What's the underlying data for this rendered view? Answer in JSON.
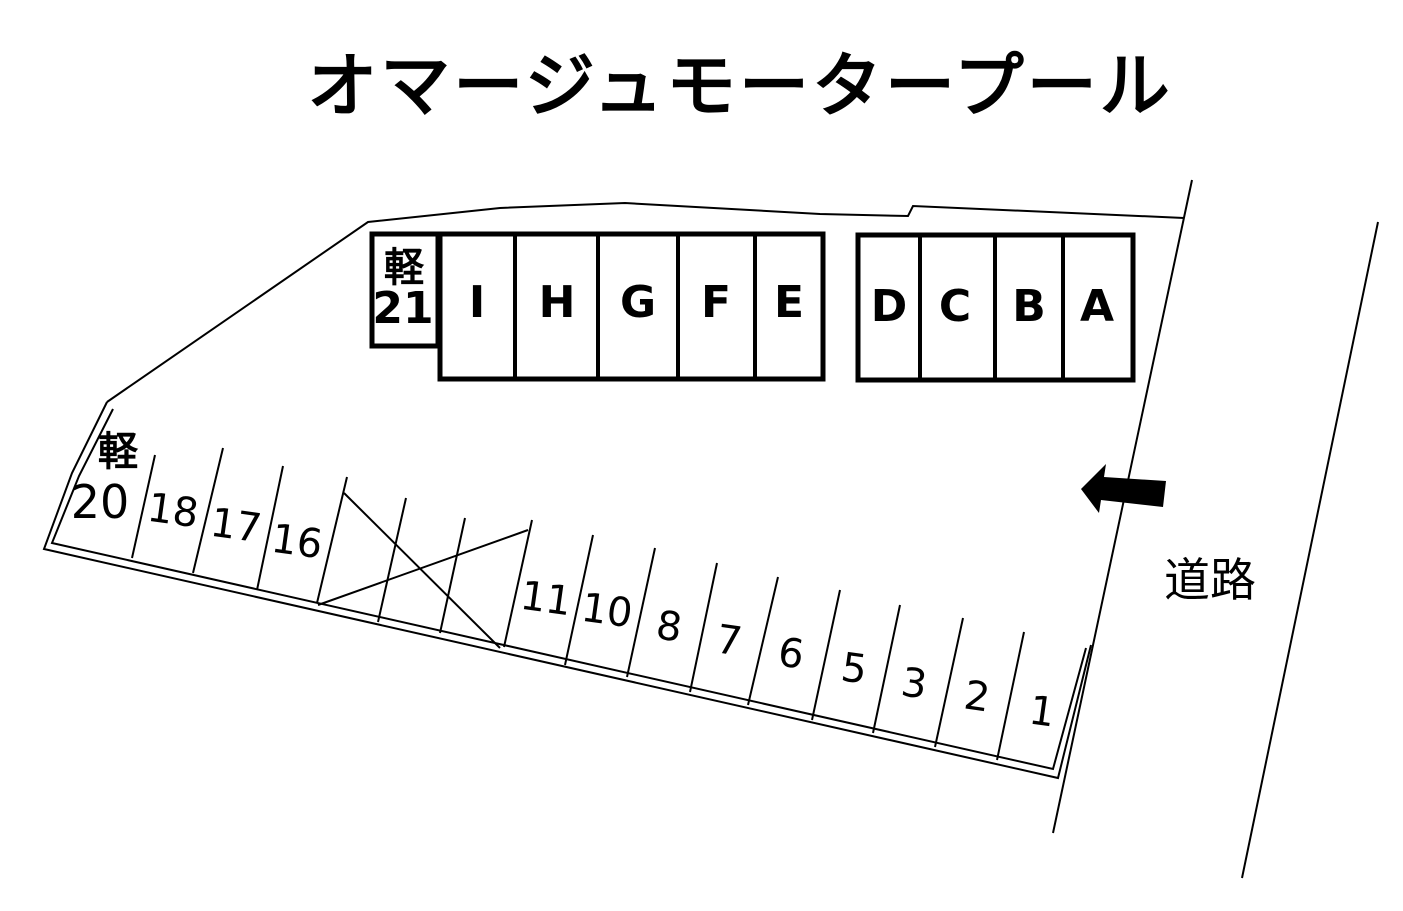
{
  "title": "オマージュモータープール",
  "road": {
    "label": "道路"
  },
  "arrow": {
    "icon": "left-arrow",
    "color": "#000000"
  },
  "upper_row": {
    "kei_box": {
      "line1": "軽",
      "line2": "21"
    },
    "block_left": [
      "I",
      "H",
      "G",
      "F",
      "E"
    ],
    "block_right": [
      "D",
      "C",
      "B",
      "A"
    ]
  },
  "lower_row": {
    "kei_space": {
      "line1": "軽",
      "line2": "20"
    },
    "spaces": [
      "18",
      "17",
      "16",
      "11",
      "10",
      "8",
      "7",
      "6",
      "5",
      "3",
      "2",
      "1"
    ]
  },
  "colors": {
    "line": "#000000",
    "background": "#ffffff"
  }
}
